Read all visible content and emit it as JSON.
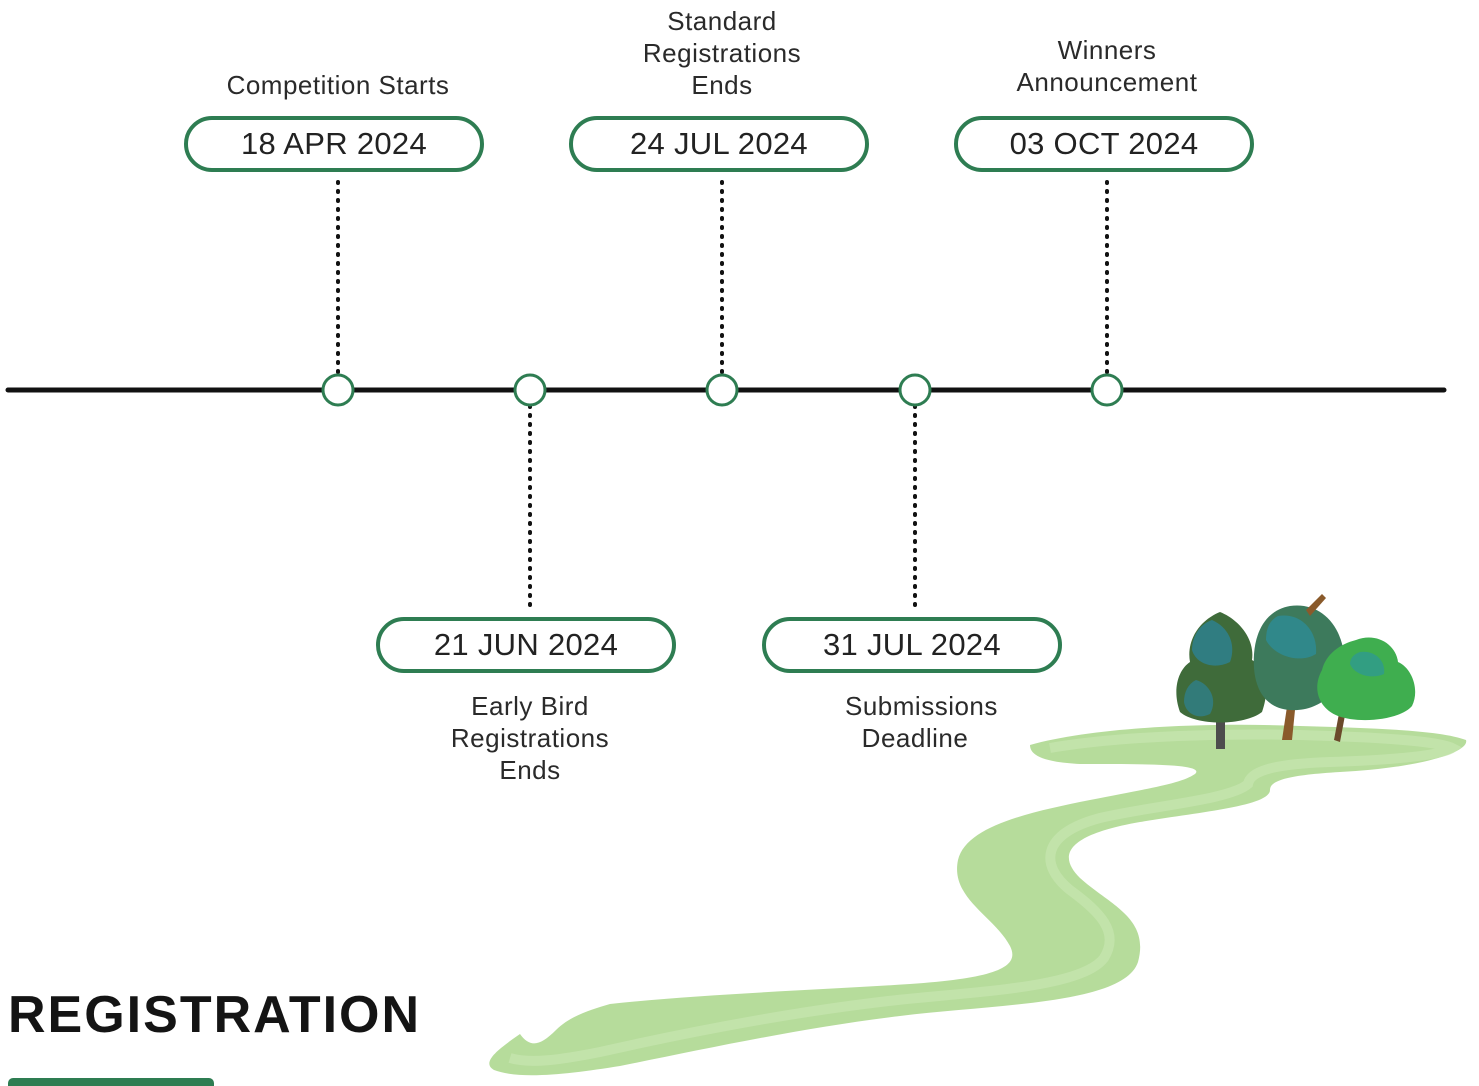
{
  "colors": {
    "accent": "#2e7d52",
    "timeline_line": "#111111",
    "path_green": "#9ccf7c"
  },
  "milestones": [
    {
      "date": "18 APR 2024",
      "label": "Competition Starts",
      "position": "top"
    },
    {
      "date": "21 JUN 2024",
      "label": "Early Bird Registrations Ends",
      "position": "bottom"
    },
    {
      "date": "24 JUL 2024",
      "label": "Standard Registrations Ends",
      "position": "top"
    },
    {
      "date": "31 JUL 2024",
      "label": "Submissions Deadline",
      "position": "bottom"
    },
    {
      "date": "03 OCT 2024",
      "label": "Winners Announcement",
      "position": "top"
    }
  ],
  "section": {
    "title": "REGISTRATION"
  },
  "illustration": {
    "icon": "trees-path-illustration"
  }
}
